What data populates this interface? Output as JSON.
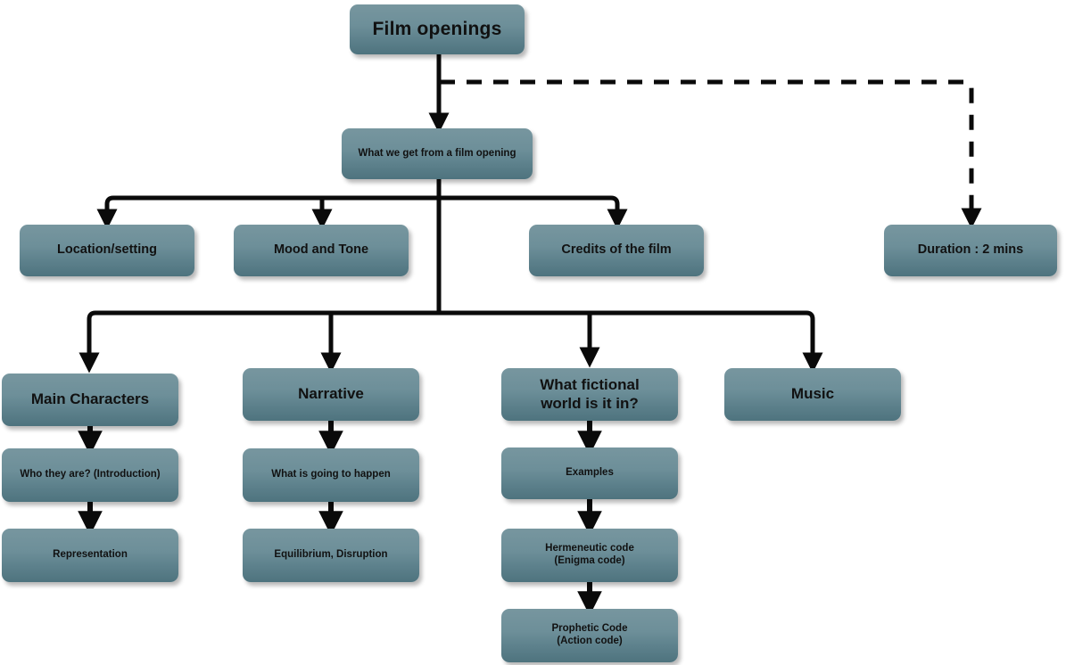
{
  "diagram": {
    "title": "Film openings",
    "theme": {
      "node_fill_top": "#77969f",
      "node_fill_bottom": "#4e737e",
      "connector_color": "#0a0a0a",
      "text_color": "#111111",
      "background": "#ffffff"
    },
    "nodes": {
      "root": {
        "label": "Film openings"
      },
      "duration": {
        "label": "Duration : 2 mins"
      },
      "what_we_get": {
        "label": "What we get from a film opening"
      },
      "location": {
        "label": "Location/setting"
      },
      "mood": {
        "label": "Mood and Tone"
      },
      "credits": {
        "label": "Credits of the film"
      },
      "main_characters": {
        "label": "Main Characters"
      },
      "who_they_are": {
        "label": "Who they are? (Introduction)"
      },
      "representation": {
        "label": "Representation"
      },
      "narrative": {
        "label": "Narrative"
      },
      "what_happen": {
        "label": "What is going to happen"
      },
      "equilibrium": {
        "label": "Equilibrium, Disruption"
      },
      "fictional_world": {
        "label": "What fictional\nworld is it in?"
      },
      "examples": {
        "label": "Examples"
      },
      "hermeneutic": {
        "label": "Hermeneutic code\n(Enigma code)"
      },
      "prophetic": {
        "label": "Prophetic Code\n(Action code)"
      },
      "music": {
        "label": "Music"
      }
    },
    "connectors": {
      "root_to_what_we_get": "solid-arrow-down",
      "root_to_duration": "dashed-arrow-elbow-right",
      "what_we_get_to_row3": "solid-bus-four-arrows",
      "what_we_get_to_row4": "solid-bus-four-arrows",
      "main_characters_to_who_they_are": "solid-arrow-down",
      "who_they_are_to_representation": "solid-arrow-down",
      "narrative_to_what_happen": "solid-arrow-down",
      "what_happen_to_equilibrium": "solid-arrow-down",
      "fictional_world_to_examples": "solid-arrow-down",
      "examples_to_hermeneutic": "solid-arrow-down",
      "hermeneutic_to_prophetic": "solid-arrow-down"
    }
  }
}
